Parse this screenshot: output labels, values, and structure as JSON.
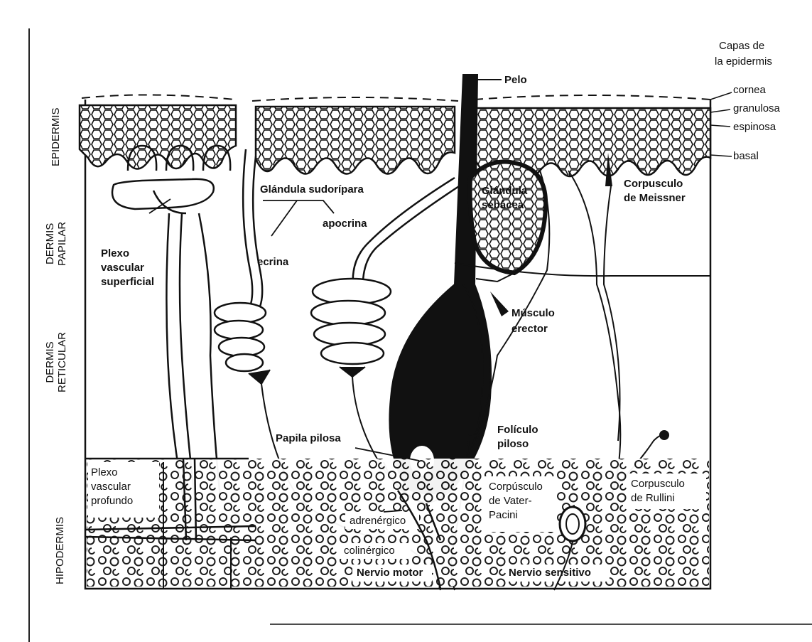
{
  "layers_heading": [
    "Capas de",
    "la epidermis"
  ],
  "epidermis_layers": [
    "cornea",
    "granulosa",
    "espinosa",
    "basal"
  ],
  "regions": {
    "epidermis": "EPIDERMIS",
    "dermis_papilar": [
      "DERMIS",
      "PAPILAR"
    ],
    "dermis_reticular": [
      "DERMIS",
      "RETICULAR"
    ],
    "hipodermis": "HIPODERMIS"
  },
  "labels": {
    "pelo": "Pelo",
    "glandula_sudoripara": "Glándula sudorípara",
    "apocrina": "apocrina",
    "ecrina": "ecrina",
    "glandula_sebacea": [
      "Glándula",
      "sebácea"
    ],
    "corpusculo_meissner": [
      "Corpusculo",
      "de Meissner"
    ],
    "plexo_superficial": [
      "Plexo",
      "vascular",
      "superficial"
    ],
    "musculo_erector": [
      "Músculo",
      "erector"
    ],
    "foliculo_piloso": [
      "Folículo",
      "piloso"
    ],
    "papila_pilosa": "Papila pilosa",
    "plexo_profundo": [
      "Plexo",
      "vascular",
      "profundo"
    ],
    "corpusculo_vater_pacini": [
      "Corpúsculo",
      "de Vater-",
      "Pacini"
    ],
    "corpusculo_rullini": [
      "Corpusculo",
      "de Rullini"
    ],
    "adrenergico": "adrenérgico",
    "colinergico": "colinérgico",
    "nervio_motor": "Nervio motor",
    "nervio_sensitivo": "Nervio sensitivo"
  },
  "colors": {
    "ink": "#111111",
    "paper": "#ffffff"
  }
}
